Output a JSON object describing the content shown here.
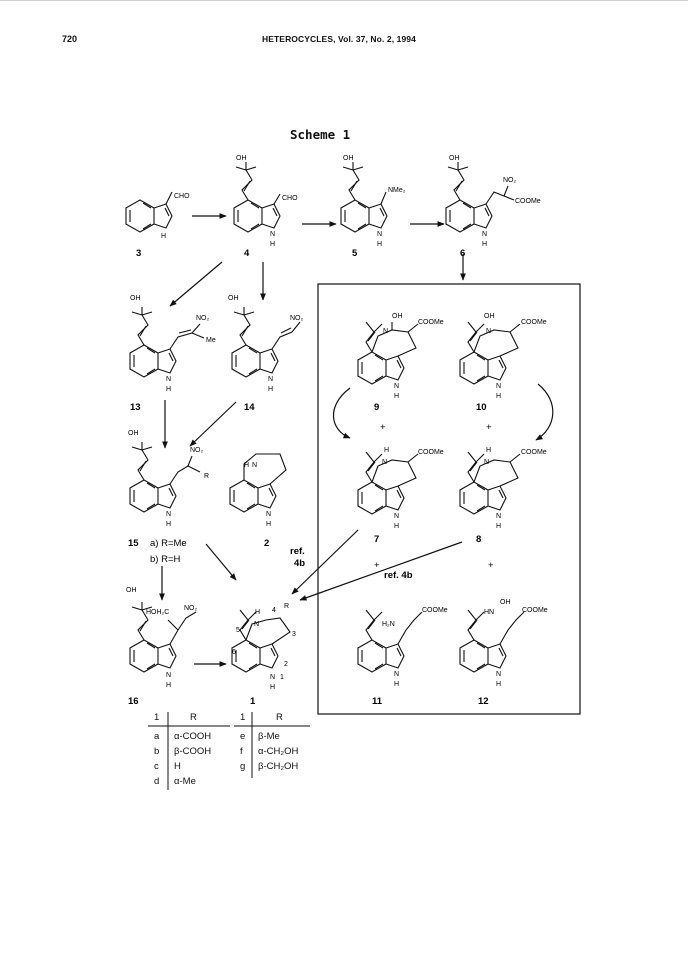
{
  "header": {
    "page_number": "720",
    "running_head": "HETEROCYCLES, Vol. 37, No. 2, 1994"
  },
  "scheme_title": "Scheme 1",
  "compound_numbers": {
    "c3": "3",
    "c4": "4",
    "c5": "5",
    "c6": "6",
    "c13": "13",
    "c14": "14",
    "c15": "15",
    "c2": "2",
    "c16": "16",
    "c1": "1",
    "c9": "9",
    "c10": "10",
    "c7": "7",
    "c8": "8",
    "c11": "11",
    "c12": "12"
  },
  "group_labels": {
    "oh": "OH",
    "cho": "CHO",
    "nme2": "NMe₂",
    "no2": "NO₂",
    "coome": "COOMe",
    "me": "Me",
    "n": "N",
    "h": "H",
    "r": "R",
    "hoh2c": "HOH₂C",
    "h2n": "H₂N",
    "hn": "HN",
    "ring_pos_5": "5",
    "ring_pos_6": "6",
    "ring_pos_4": "4",
    "ring_pos_3": "3",
    "ring_pos_2": "2",
    "ring_pos_1": "1"
  },
  "plus_sign": "+",
  "refs": {
    "ref4b_line1": "ref.",
    "ref4b_line2": "4b",
    "ref4b_inline": "ref. 4b"
  },
  "compound15_variants": [
    "a) R=Me",
    "b) R=H"
  ],
  "substituent_table": {
    "left": {
      "col_compound": "1",
      "col_r": "R",
      "rows": [
        {
          "id": "a",
          "r": "α-COOH"
        },
        {
          "id": "b",
          "r": "β-COOH"
        },
        {
          "id": "c",
          "r": "H"
        },
        {
          "id": "d",
          "r": "α-Me"
        }
      ]
    },
    "right": {
      "col_compound": "1",
      "col_r": "R",
      "rows": [
        {
          "id": "e",
          "r": "β-Me"
        },
        {
          "id": "f",
          "r": "α-CH₂OH"
        },
        {
          "id": "g",
          "r": "β-CH₂OH"
        }
      ]
    }
  }
}
